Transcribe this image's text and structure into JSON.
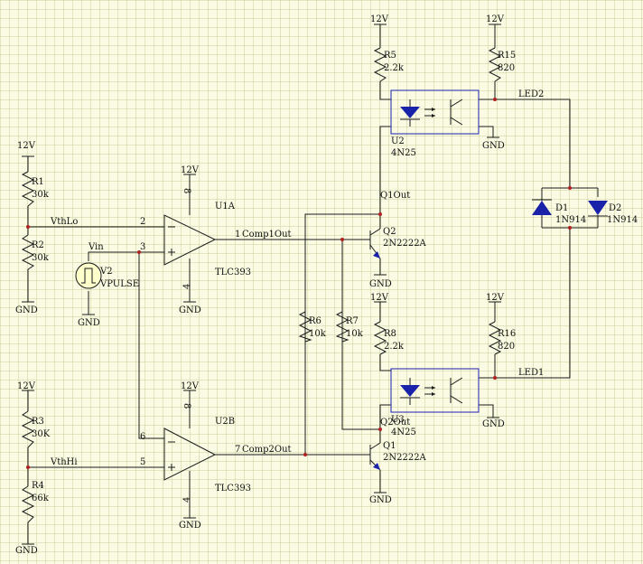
{
  "colors": {
    "background": "#fbfbe3",
    "grid": "#c9cc9c",
    "wire": "#1a1a1a",
    "optocoupler_outline": "#1a22aa",
    "diode_fill": "#1a22aa",
    "junction": "#b02020"
  },
  "power": {
    "supply": "12V",
    "ground": "GND"
  },
  "resistors": [
    {
      "ref": "R1",
      "value": "30k"
    },
    {
      "ref": "R2",
      "value": "30k"
    },
    {
      "ref": "R3",
      "value": "30K"
    },
    {
      "ref": "R4",
      "value": "66k"
    },
    {
      "ref": "R5",
      "value": "2.2k"
    },
    {
      "ref": "R6",
      "value": "10k"
    },
    {
      "ref": "R7",
      "value": "10k"
    },
    {
      "ref": "R8",
      "value": "2.2k"
    },
    {
      "ref": "R15",
      "value": "820"
    },
    {
      "ref": "R16",
      "value": "820"
    }
  ],
  "comparators": [
    {
      "ref": "U1A",
      "part": "TLC393",
      "pin_minus": "2",
      "pin_plus": "3",
      "pin_out": "1",
      "pin_vcc": "8",
      "pin_gnd": "4"
    },
    {
      "ref": "U2B",
      "part": "TLC393",
      "pin_minus": "6",
      "pin_plus": "5",
      "pin_out": "7",
      "pin_vcc": "8",
      "pin_gnd": "4"
    }
  ],
  "transistors": [
    {
      "ref": "Q2",
      "part": "2N2222A"
    },
    {
      "ref": "Q1",
      "part": "2N2222A"
    }
  ],
  "optocouplers": [
    {
      "ref": "U2",
      "part": "4N25"
    },
    {
      "ref": "U3",
      "part": "4N25"
    }
  ],
  "diodes": [
    {
      "ref": "D1",
      "part": "1N914"
    },
    {
      "ref": "D2",
      "part": "1N914"
    }
  ],
  "source": {
    "ref": "V2",
    "part": "VPULSE"
  },
  "nets": {
    "vthlo": "VthLo",
    "vthhi": "VthHi",
    "vin": "Vin",
    "comp1out": "Comp1Out",
    "comp2out": "Comp2Out",
    "q1out": "Q1Out",
    "q2out": "Q2Out",
    "led1": "LED1",
    "led2": "LED2"
  }
}
